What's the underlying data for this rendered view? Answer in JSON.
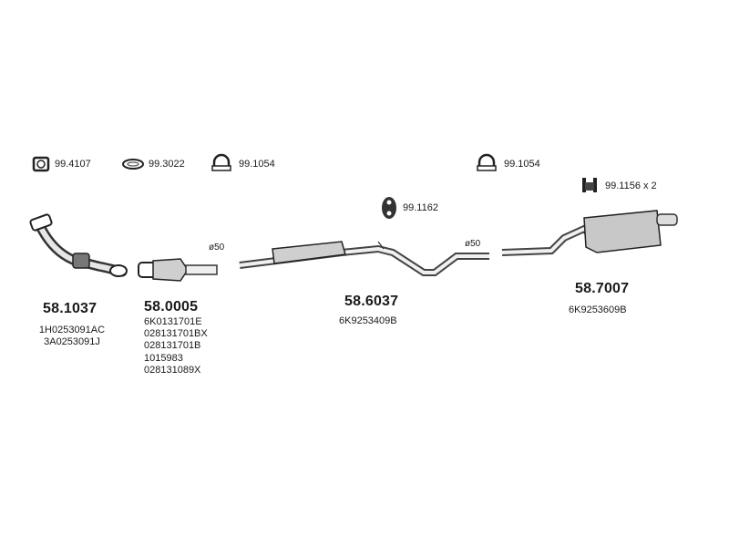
{
  "accessories": [
    {
      "id": "acc-1",
      "icon": "square-clamp-icon",
      "code": "99.4107"
    },
    {
      "id": "acc-2",
      "icon": "rubber-ring-icon",
      "code": "99.3022"
    },
    {
      "id": "acc-3",
      "icon": "u-clamp-icon",
      "code": "99.1054"
    },
    {
      "id": "acc-4",
      "icon": "u-clamp-icon",
      "code": "99.1054"
    },
    {
      "id": "acc-5",
      "icon": "mount-bracket-icon",
      "code": "99.1156 x 2"
    },
    {
      "id": "acc-6",
      "icon": "rubber-hanger-icon",
      "code": "99.1162"
    }
  ],
  "diameters": [
    "ø50",
    "ø50"
  ],
  "parts": [
    {
      "number": "58.1037",
      "refs": [
        "1H0253091AC",
        "3A0253091J"
      ]
    },
    {
      "number": "58.0005",
      "refs": [
        "6K0131701E",
        "028131701BX",
        "028131701B",
        "1015983",
        "028131089X"
      ]
    },
    {
      "number": "58.6037",
      "refs": [
        "6K9253409B"
      ]
    },
    {
      "number": "58.7007",
      "refs": [
        "6K9253609B"
      ]
    }
  ]
}
